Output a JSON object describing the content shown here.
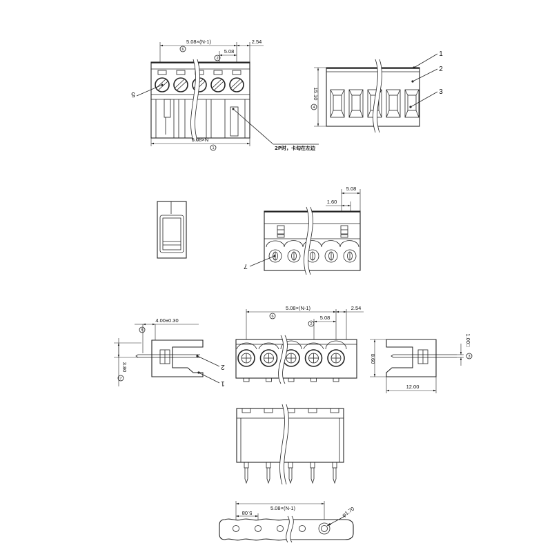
{
  "top_front_view": {
    "span_dim": "5.08×(N-1)",
    "end_dim": "2.54",
    "pitch_dim": "5.08",
    "total_dim": "5.08×N",
    "ref_span": "6",
    "ref_pitch": "2",
    "ref_total": "1",
    "part_label": "5",
    "note": "2P时，卡勾在左边"
  },
  "top_side_view": {
    "height_dim": "15.10",
    "ref_height": "4",
    "label_1": "1",
    "label_2": "2",
    "label_3": "3"
  },
  "back_view": {
    "pitch_dim": "5.08",
    "offset_dim": "1.60",
    "part_label": "7"
  },
  "left_side_view": {
    "pin_length_dim": "4.00±0.30",
    "ref_pin_length": "5",
    "pin_height_dim": "3.80",
    "ref_pin_height": "7",
    "label_2": "2",
    "label_1": "1"
  },
  "front_view": {
    "span_dim": "5.08×(N-1)",
    "end_dim": "2.54",
    "pitch_dim": "5.08",
    "ref_span": "6",
    "ref_pitch": "2"
  },
  "right_side_view": {
    "height_dim": "8.60",
    "width_dim": "12.00",
    "pin_size_dim": "1.00□",
    "ref_pin_size": "3"
  },
  "footprint": {
    "span_dim": "5.08×(N-1)",
    "pitch_dim": "5.08",
    "hole_dim": "φ1.70"
  }
}
